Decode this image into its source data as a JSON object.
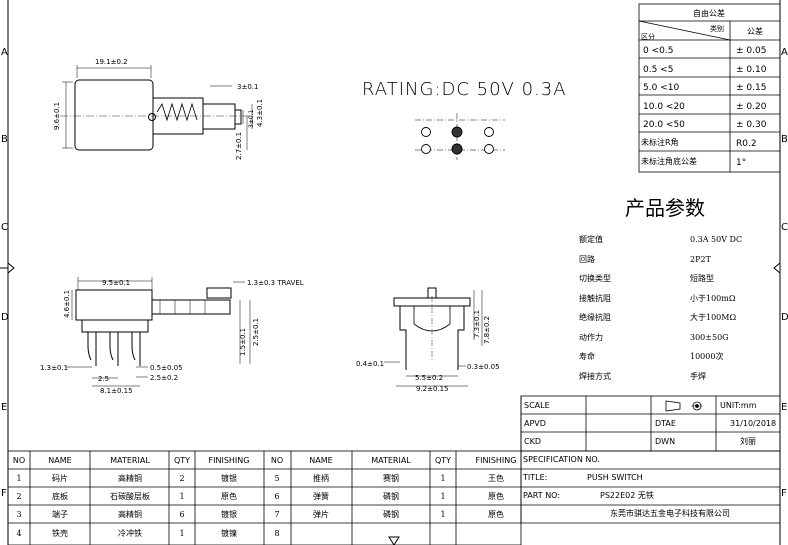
{
  "rating": "RATING:DC 50V 0.3A",
  "tolerance_table": {
    "title": "自由公差",
    "corner_top": "类别",
    "corner_bottom": "区分",
    "col_header": "公差",
    "rows": [
      {
        "range": "0    <0.5",
        "tol": "± 0.05"
      },
      {
        "range": "0.5    <5",
        "tol": "± 0.10"
      },
      {
        "range": "5.0    <10",
        "tol": "± 0.15"
      },
      {
        "range": "10.0  <20",
        "tol": "± 0.20"
      },
      {
        "range": "20.0  <50",
        "tol": "± 0.30"
      },
      {
        "range": "未标注R角",
        "tol": "R0.2"
      },
      {
        "range": "未标注角底公差",
        "tol": "1°"
      }
    ]
  },
  "params": {
    "title": "产品参数",
    "rows": [
      {
        "label": "额定值",
        "value": "0.3A  50V  DC"
      },
      {
        "label": "回路",
        "value": "2P2T"
      },
      {
        "label": "切换类型",
        "value": "短路型"
      },
      {
        "label": "接触抗阻",
        "value": "小于100mΩ"
      },
      {
        "label": "绝缘抗阻",
        "value": "大于100MΩ"
      },
      {
        "label": "动作力",
        "value": "300±50G"
      },
      {
        "label": "寿命",
        "value": "10000次"
      },
      {
        "label": "焊接方式",
        "value": "手焊"
      }
    ]
  },
  "title_block": {
    "scale_label": "SCALE",
    "unit": "UNIT:mm",
    "apvd_label": "APVD",
    "date_label": "DTAE",
    "date": "31/10/2018",
    "ckd_label": "CKD",
    "dwn_label": "DWN",
    "dwn": "刘丽",
    "spec_label": "SPECIFICATION NO.",
    "title_label": "TITLE:",
    "title": "PUSH SWITCH",
    "part_label": "PART NO:",
    "part": "PS22E02 无铁",
    "company": "东莞市骐达五金电子科技有限公司"
  },
  "bom": {
    "headers": [
      "NO",
      "NAME",
      "MATERIAL",
      "QTY",
      "FINISHING"
    ],
    "left": [
      {
        "no": "1",
        "name": "码片",
        "material": "高精铜",
        "qty": "2",
        "finishing": "镀银"
      },
      {
        "no": "2",
        "name": "底板",
        "material": "石碳酸层板",
        "qty": "1",
        "finishing": "原色"
      },
      {
        "no": "3",
        "name": "端子",
        "material": "高精铜",
        "qty": "6",
        "finishing": "镀银"
      },
      {
        "no": "4",
        "name": "铁壳",
        "material": "冷冲铁",
        "qty": "1",
        "finishing": "镀镍"
      }
    ],
    "right": [
      {
        "no": "5",
        "name": "推柄",
        "material": "赛钢",
        "qty": "1",
        "finishing": "王色"
      },
      {
        "no": "6",
        "name": "弹簧",
        "material": "磷钢",
        "qty": "1",
        "finishing": "原色"
      },
      {
        "no": "7",
        "name": "弹片",
        "material": "磷钢",
        "qty": "1",
        "finishing": "原色"
      },
      {
        "no": "8",
        "name": "",
        "material": "",
        "qty": "",
        "finishing": ""
      }
    ]
  },
  "dimensions": {
    "top_width": "19.1±0.2",
    "top_height": "9.6±0.1",
    "d3": "3±0.1",
    "d43": "4.3±0.1",
    "d27": "2.7±0.1",
    "d3b": "3±0.1",
    "side_width": "9.5±0.1",
    "travel": "1.3±0.3  TRAVEL",
    "side_46": "4.6±0.1",
    "side_15": "1.5±0.1",
    "side_25v": "2.5±0.1",
    "side_13": "1.3±0.1",
    "side_25h": "2.5",
    "side_81": "8.1±0.15",
    "side_05": "0.5±0.05",
    "side_25b": "2.5±0.2",
    "front_73": "7.3±0.1",
    "front_78": "7.8±0.2",
    "front_04": "0.4±0.1",
    "front_55": "5.5±0.2",
    "front_03": "0.3±0.05",
    "front_92": "9.2±0.15"
  },
  "margin": {
    "letters_left": [
      "A",
      "B",
      "C",
      "D",
      "E",
      "F"
    ],
    "letters_right": [
      "A",
      "B",
      "C",
      "D",
      "E",
      "F"
    ]
  }
}
